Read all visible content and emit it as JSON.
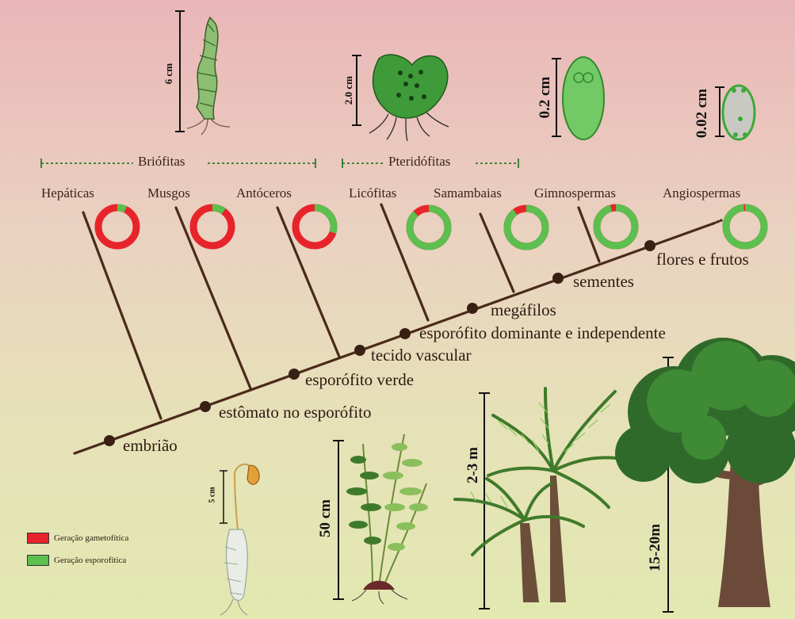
{
  "groups": [
    {
      "label": "Briófitas"
    },
    {
      "label": "Pteridófitas"
    }
  ],
  "taxa": [
    {
      "label": "Hepáticas",
      "sporophytic_fraction": 0.07
    },
    {
      "label": "Musgos",
      "sporophytic_fraction": 0.1
    },
    {
      "label": "Antóceros",
      "sporophytic_fraction": 0.3
    },
    {
      "label": "Licófitas",
      "sporophytic_fraction": 0.88
    },
    {
      "label": "Samambaias",
      "sporophytic_fraction": 0.9
    },
    {
      "label": "Gimnospermas",
      "sporophytic_fraction": 0.96
    },
    {
      "label": "Angiospermas",
      "sporophytic_fraction": 0.99
    }
  ],
  "characters": [
    {
      "label": "embrião"
    },
    {
      "label": "estômato no esporófito"
    },
    {
      "label": "esporófito verde"
    },
    {
      "label": "tecido vascular"
    },
    {
      "label": "esporófito dominante e independente"
    },
    {
      "label": "megáfilos"
    },
    {
      "label": "sementes"
    },
    {
      "label": "flores e frutos"
    }
  ],
  "scales": {
    "top": [
      "6 cm",
      "2.0 cm",
      "0.2 cm",
      "0.02 cm"
    ],
    "bottom": [
      "5 cm",
      "50 cm",
      "2-3 m",
      "15-20m"
    ]
  },
  "legend": [
    {
      "label": "Geração gametofítica",
      "color": "#e8242b"
    },
    {
      "label": "Geração esporofítica",
      "color": "#5cbf4f"
    }
  ],
  "colors": {
    "gametophytic": "#e8242b",
    "sporophytic": "#5cbf4f",
    "branch": "#4a2a1a",
    "guide": "#2f7a2f"
  }
}
